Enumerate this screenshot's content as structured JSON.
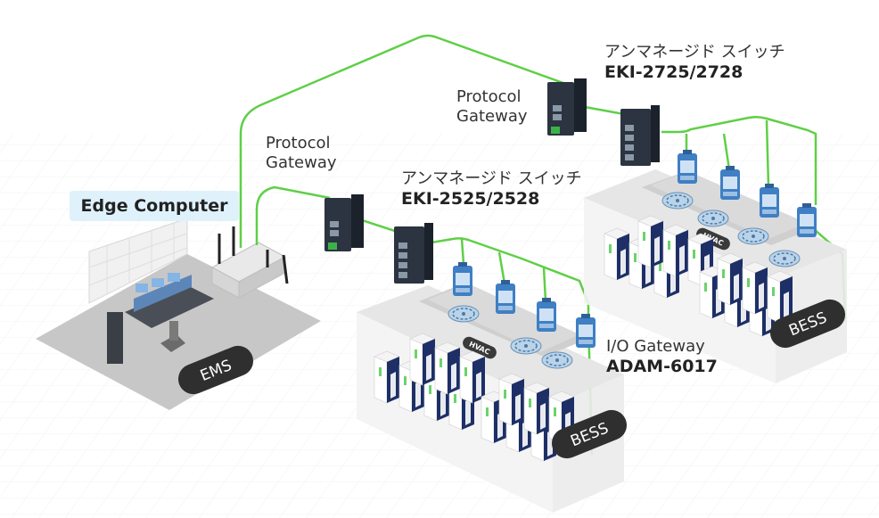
{
  "labels": {
    "edge_computer": "Edge Computer",
    "protocol_gateway_left": [
      "Protocol",
      "Gateway"
    ],
    "protocol_gateway_right": [
      "Protocol",
      "Gateway"
    ],
    "switch_right": {
      "line1": "アンマネージド スイッチ",
      "line2": "EKI-2725/2728"
    },
    "switch_left": {
      "line1": "アンマネージド スイッチ",
      "line2": "EKI-2525/2528"
    },
    "io_gateway": {
      "line1": "I/O Gateway",
      "line2": "ADAM-6017"
    },
    "ems": "EMS",
    "bess_left": "BESS",
    "bess_right": "BESS",
    "hvac_left": "HVAC",
    "hvac_right": "HVAC"
  },
  "colors": {
    "cable": "#5fcf47",
    "floor": "#bdbdbd",
    "room_floor": "#dcdcdc",
    "device_dark": "#2b3440",
    "module_blue": "#3f7fc4",
    "rack_navy": "#1d2f66",
    "label_bg": "#dff2fb",
    "pill": "#2f2f2f"
  },
  "icons": [
    "edge-computer-device",
    "protocol-gateway-device",
    "network-switch-device",
    "io-module-device",
    "hvac-fan-icon",
    "battery-rack-icon",
    "control-desk-icon"
  ]
}
